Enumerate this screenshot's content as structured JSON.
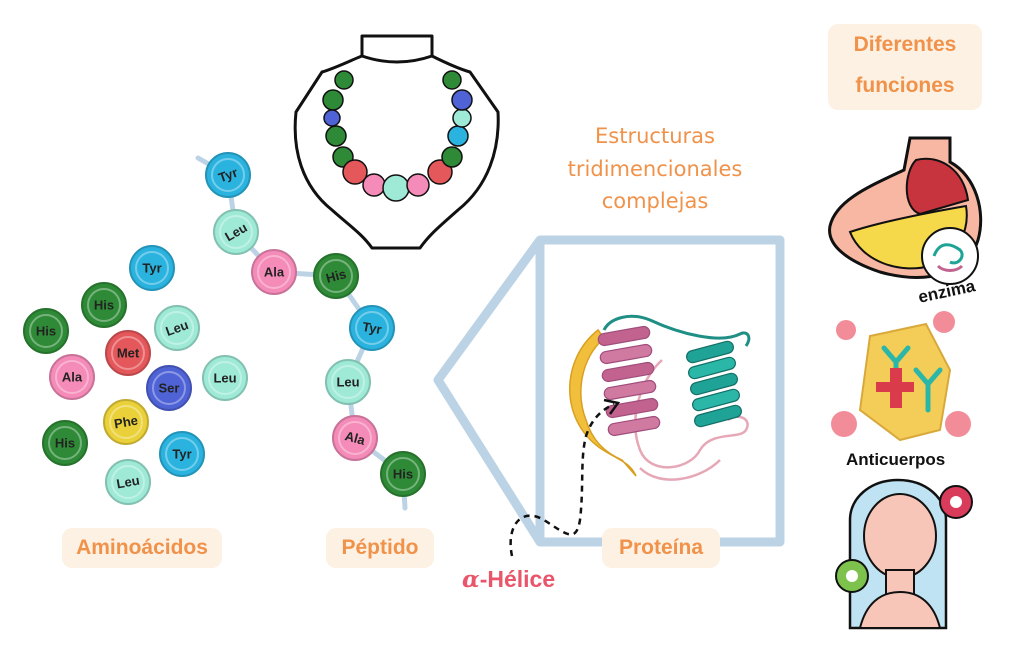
{
  "labels": {
    "aminoacidos": "Aminoácidos",
    "peptido": "Péptido",
    "proteina": "Proteína",
    "diferentes_1": "Diferentes",
    "diferentes_2": "funciones",
    "estructuras_1": "Estructuras",
    "estructuras_2": "tridimencionales",
    "estructuras_3": "complejas",
    "helice_alpha": "α",
    "helice_text": "-Hélice",
    "enzima": "enzima",
    "anticuerpos": "Anticuerpos"
  },
  "colors": {
    "His": "#2e8a36",
    "Tyr": "#2bb3df",
    "Leu": "#9fead7",
    "Ala": "#f48bb8",
    "Met": "#e4575a",
    "Ser": "#4f63d6",
    "Phe": "#ead13a",
    "accent_orange": "#f0924a",
    "accent_pink": "#e9556a",
    "frame_blue": "#bcd3e6"
  },
  "aminoacids": [
    {
      "name": "Tyr"
    },
    {
      "name": "His"
    },
    {
      "name": "Leu"
    },
    {
      "name": "His"
    },
    {
      "name": "Met"
    },
    {
      "name": "Ala"
    },
    {
      "name": "Ser"
    },
    {
      "name": "Leu"
    },
    {
      "name": "Phe"
    },
    {
      "name": "His"
    },
    {
      "name": "Tyr"
    },
    {
      "name": "Leu"
    }
  ],
  "peptide": [
    {
      "name": "Tyr"
    },
    {
      "name": "Leu"
    },
    {
      "name": "Ala"
    },
    {
      "name": "His"
    },
    {
      "name": "Tyr"
    },
    {
      "name": "Leu"
    },
    {
      "name": "Ala"
    },
    {
      "name": "His"
    }
  ]
}
